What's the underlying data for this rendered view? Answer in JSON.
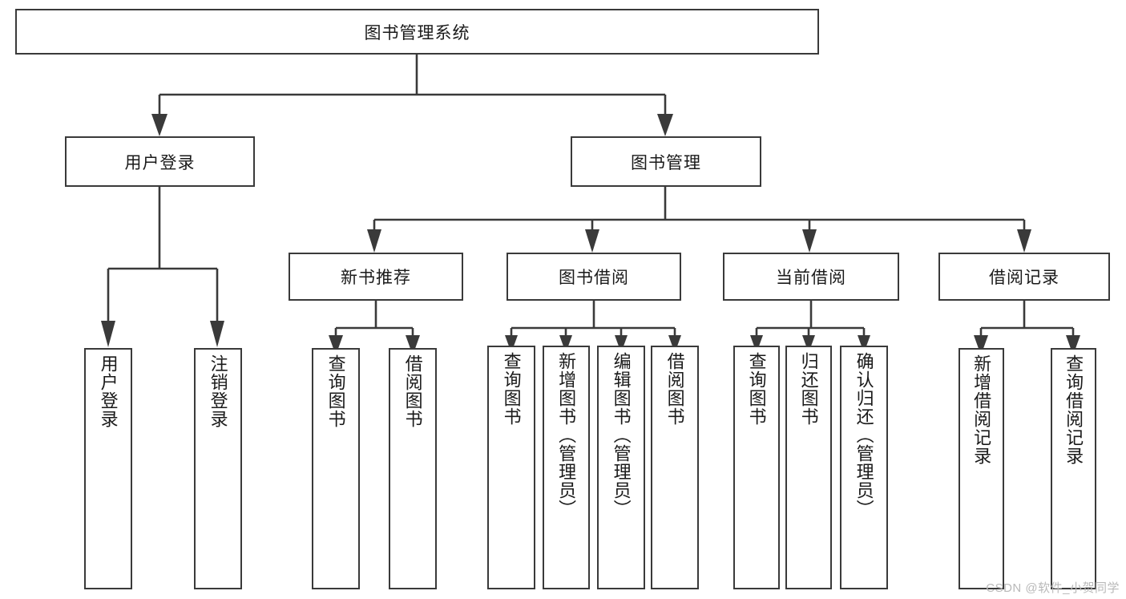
{
  "diagram": {
    "type": "tree",
    "title": "图书管理系统",
    "watermark": "CSDN @软件_小贺同学",
    "colors": {
      "box_border": "#3a3a3a",
      "box_fill": "#ffffff",
      "connector": "#3a3a3a",
      "text": "#1a1a1a",
      "watermark": "#b9b9b9",
      "background": "#ffffff"
    },
    "root": {
      "label": "图书管理系统"
    },
    "level2": [
      {
        "label": "用户登录"
      },
      {
        "label": "图书管理"
      }
    ],
    "level3": [
      {
        "label": "新书推荐"
      },
      {
        "label": "图书借阅"
      },
      {
        "label": "当前借阅"
      },
      {
        "label": "借阅记录"
      }
    ],
    "leaves": {
      "user_login": [
        {
          "label": "用户登录"
        },
        {
          "label": "注销登录"
        }
      ],
      "new_book_recommend": [
        {
          "label": "查询图书"
        },
        {
          "label": "借阅图书"
        }
      ],
      "book_borrow": [
        {
          "label": "查询图书"
        },
        {
          "label": "新增图书（管理员）"
        },
        {
          "label": "编辑图书（管理员）"
        },
        {
          "label": "借阅图书"
        }
      ],
      "current_borrow": [
        {
          "label": "查询图书"
        },
        {
          "label": "归还图书"
        },
        {
          "label": "确认归还（管理员）"
        }
      ],
      "borrow_record": [
        {
          "label": "新增借阅记录"
        },
        {
          "label": "查询借阅记录"
        }
      ]
    }
  }
}
